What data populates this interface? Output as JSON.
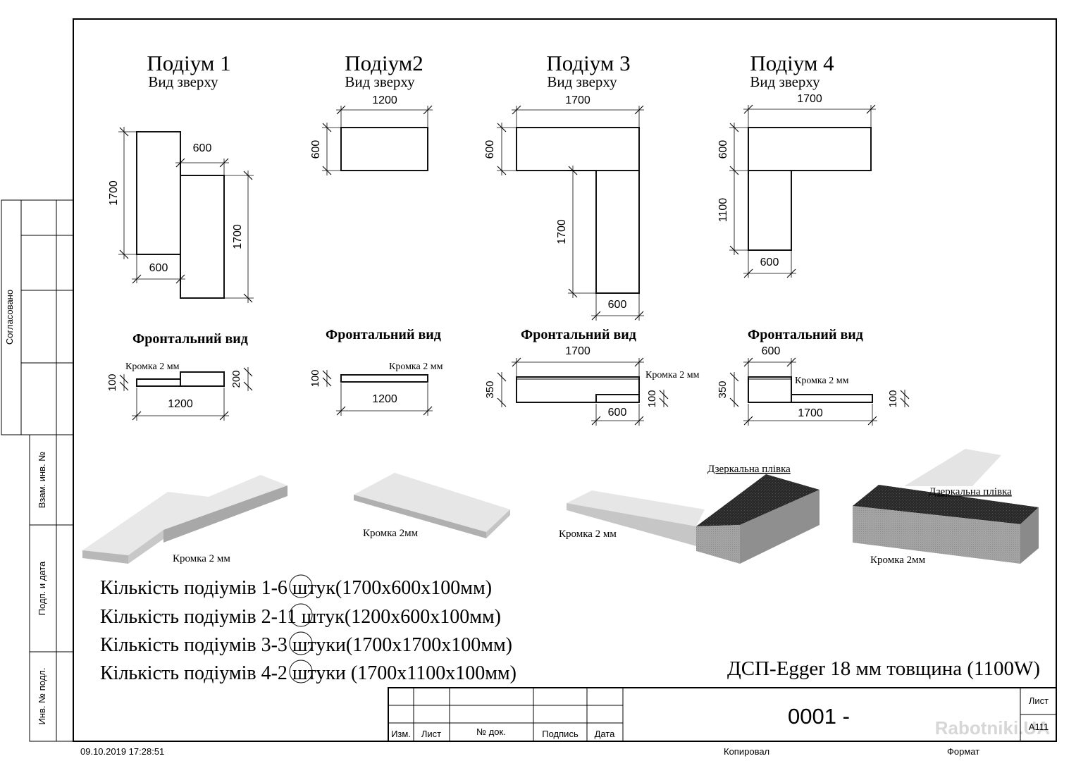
{
  "podiums": [
    {
      "title": "Подіум 1",
      "top_label": "Вид зверху",
      "top_dims": {
        "width_top": "600",
        "height_left": "1700",
        "width_bottom": "600",
        "height_right": "1700"
      },
      "front_label": "Фронтальний вид",
      "front_dims": {
        "edge": "Кромка 2 мм",
        "h1": "100",
        "h2": "200",
        "w": "1200"
      },
      "render_label": "Кромка 2 мм"
    },
    {
      "title": "Подіум2",
      "top_label": "Вид зверху",
      "top_dims": {
        "width": "1200",
        "height": "600"
      },
      "front_label": "Фронтальний вид",
      "front_dims": {
        "edge": "Кромка 2 мм",
        "h": "100",
        "w": "1200"
      },
      "render_label": "Кромка 2мм"
    },
    {
      "title": "Подіум 3",
      "top_label": "Вид зверху",
      "top_dims": {
        "width_top": "1700",
        "height_top": "600",
        "height_leg": "1700",
        "width_leg": "600"
      },
      "front_label": "Фронтальний вид",
      "front_dims": {
        "w": "1700",
        "edge": "Кромка 2 мм",
        "h1": "350",
        "h2": "100",
        "w2": "600"
      },
      "render_label": "Кромка 2 мм",
      "render_film": "Дзеркальна плівка"
    },
    {
      "title": "Подіум 4",
      "top_label": "Вид зверху",
      "top_dims": {
        "width_top": "1700",
        "height_top": "600",
        "height_leg": "1100",
        "width_leg": "600"
      },
      "front_label": "Фронтальний вид",
      "front_dims": {
        "w_top": "600",
        "edge": "Кромка 2 мм",
        "h1": "350",
        "h2": "100",
        "w": "1700"
      },
      "render_label": "Кромка 2мм",
      "render_film": "Дзеркальна плівка"
    }
  ],
  "quantities": {
    "prefix": "Кількість подіумів",
    "lines": [
      {
        "num": "1",
        "rest": "-6 штук(1700x600x100мм)"
      },
      {
        "num": "2",
        "rest": "-11 штук(1200x600x100мм)"
      },
      {
        "num": "3",
        "rest": "-3 штуки(1700x1700x100мм)"
      },
      {
        "num": "4",
        "rest": "-2 штуки (1700x1100x100мм)"
      }
    ]
  },
  "material": "ДСП-Egger 18 мм товщина (1100W)",
  "side_stamp": {
    "agreed": "Согласовано",
    "inv_exchange": "Взам. инв. №",
    "sign_date": "Подп. и дата",
    "inv_original": "Инв. № подл."
  },
  "title_block": {
    "doc_number": "0001 -",
    "sheet_label": "Лист",
    "sheet_value": "A111",
    "columns": [
      "Изм.",
      "Лист",
      "№ док.",
      "Подпись",
      "Дата"
    ]
  },
  "footer": {
    "timestamp": "09.10.2019 17:28:51",
    "copied": "Копировал",
    "format": "Формат"
  },
  "watermark": "Rabotniki.UA",
  "colors": {
    "line": "#000000",
    "panel_light": "#e6e6e6",
    "panel_side": "#a9a9a9",
    "film": "#2b2b2b"
  }
}
